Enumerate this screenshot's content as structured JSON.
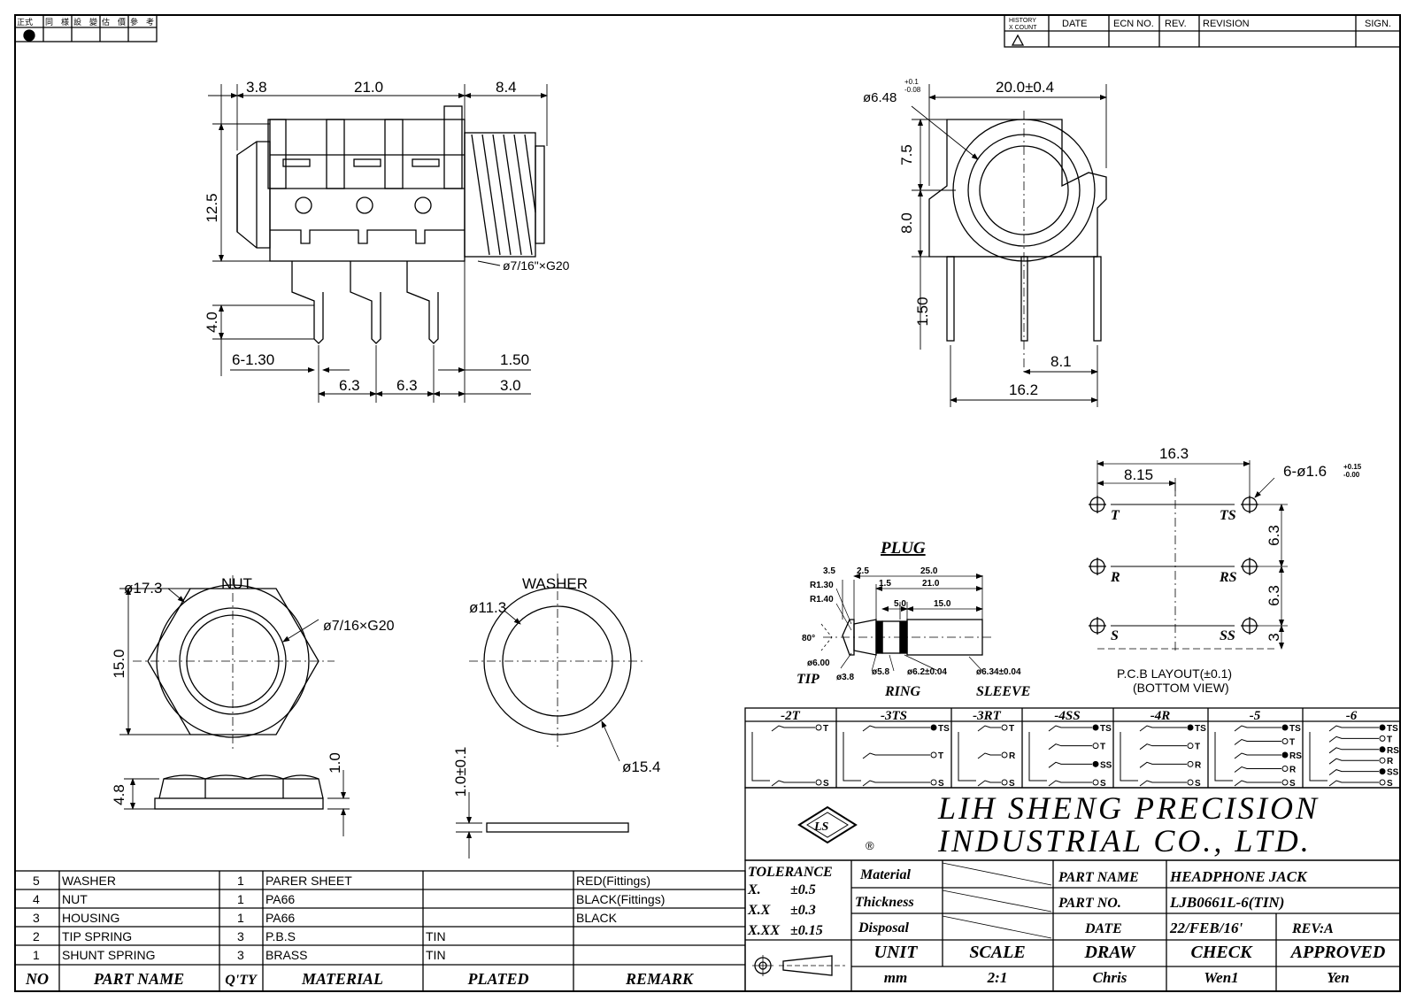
{
  "approval_boxes": [
    "正式",
    "同　様",
    "設　變",
    "估　價",
    "參　考"
  ],
  "revision_header": {
    "history": "HISTORY",
    "xcount": "X COUNT",
    "date": "DATE",
    "ecn": "ECN NO.",
    "rev": "REV.",
    "revision": "REVISION",
    "sign": "SIGN."
  },
  "side_view": {
    "d_left": "3.8",
    "d_body": "21.0",
    "d_thread_len": "8.4",
    "d_height": "12.5",
    "d_pin": "4.0",
    "d_pins": "6-1.30",
    "d_pitch1": "6.3",
    "d_pitch2": "6.3",
    "d_pin_off": "1.50",
    "d_thread_off": "3.0",
    "thread_label": "ø7/16\"×G20"
  },
  "front_view": {
    "d_hole": "ø6.48",
    "tol_plus": "+0.1",
    "tol_minus": "-0.08",
    "d_width": "20.0±0.4",
    "d_upper": "7.5",
    "d_lower": "8.0",
    "d_pin": "1.50",
    "d_half": "8.1",
    "d_base": "16.2"
  },
  "nut": {
    "title": "NUT",
    "d_outer": "ø17.3",
    "d_thread": "ø7/16×G20",
    "d_flat": "15.0",
    "d_thick": "4.8",
    "d_chamfer": "1.0"
  },
  "washer": {
    "title": "WASHER",
    "d_inner": "ø11.3",
    "d_outer": "ø15.4",
    "d_thick": "1.0±0.1"
  },
  "plug": {
    "title": "PLUG",
    "d1": "3.5",
    "d2": "2.5",
    "d3": "25.0",
    "d4": "1.5",
    "d5": "21.0",
    "d6": "5.0",
    "d7": "15.0",
    "r1": "R1.30",
    "r2": "R1.40",
    "angle": "80°",
    "dia_tip": "ø6.00",
    "dia_a": "ø3.8",
    "dia_b": "ø5.8",
    "dia_c": "ø6.2±0.04",
    "dia_d": "ø6.34±0.04",
    "tip": "TIP",
    "ring": "RING",
    "sleeve": "SLEEVE"
  },
  "pcb": {
    "d_width": "16.3",
    "d_half": "8.15",
    "d_holes": "6-ø1.6",
    "tol_plus": "+0.15",
    "tol_minus": "-0.00",
    "d_p1": "6.3",
    "d_p2": "6.3",
    "d_p3": "3",
    "t": "T",
    "ts": "TS",
    "r": "R",
    "rs": "RS",
    "s": "S",
    "ss": "SS",
    "caption1": "P.C.B LAYOUT(±0.1)",
    "caption2": "(BOTTOM VIEW)"
  },
  "variants": [
    {
      "name": "-2T",
      "pins": [
        "T",
        "S"
      ]
    },
    {
      "name": "-3TS",
      "pins": [
        "TS",
        "T",
        "S"
      ]
    },
    {
      "name": "-3RT",
      "pins": [
        "T",
        "R",
        "S"
      ]
    },
    {
      "name": "-4SS",
      "pins": [
        "TS",
        "T",
        "SS",
        "S"
      ]
    },
    {
      "name": "-4R",
      "pins": [
        "TS",
        "T",
        "R",
        "S"
      ]
    },
    {
      "name": "-5",
      "pins": [
        "TS",
        "T",
        "RS",
        "R",
        "S"
      ]
    },
    {
      "name": "-6",
      "pins": [
        "TS",
        "T",
        "RS",
        "R",
        "SS",
        "S"
      ]
    }
  ],
  "company": {
    "line1": "LIH SHENG PRECISION",
    "line2": "INDUSTRIAL CO., LTD.",
    "reg": "®"
  },
  "title_block": {
    "tolerance": "TOLERANCE",
    "tol1k": "X.",
    "tol1v": "±0.5",
    "tol2k": "X.X",
    "tol2v": "±0.3",
    "tol3k": "X.XX",
    "tol3v": "±0.15",
    "material": "Material",
    "thickness": "Thickness",
    "disposal": "Disposal",
    "part_name_k": "PART NAME",
    "part_name_v": "HEADPHONE JACK",
    "part_no_k": "PART NO.",
    "part_no_v": "LJB0661L-6(TIN)",
    "date_k": "DATE",
    "date_v": "22/FEB/16'",
    "rev": "REV:A",
    "unit_k": "UNIT",
    "unit_v": "mm",
    "scale_k": "SCALE",
    "scale_v": "2:1",
    "draw_k": "DRAW",
    "draw_v": "Chris",
    "check_k": "CHECK",
    "check_v": "Wen1",
    "approved_k": "APPROVED",
    "approved_v": "Yen"
  },
  "bom": {
    "headers": [
      "NO",
      "PART NAME",
      "Q'TY",
      "MATERIAL",
      "PLATED",
      "REMARK"
    ],
    "rows": [
      [
        "5",
        "WASHER",
        "1",
        "PARER SHEET",
        "",
        "RED(Fittings)"
      ],
      [
        "4",
        "NUT",
        "1",
        "PA66",
        "",
        "BLACK(Fittings)"
      ],
      [
        "3",
        "HOUSING",
        "1",
        "PA66",
        "",
        "BLACK"
      ],
      [
        "2",
        "TIP SPRING",
        "3",
        "P.B.S",
        "TIN",
        ""
      ],
      [
        "1",
        "SHUNT SPRING",
        "3",
        "BRASS",
        "TIN",
        ""
      ]
    ]
  }
}
